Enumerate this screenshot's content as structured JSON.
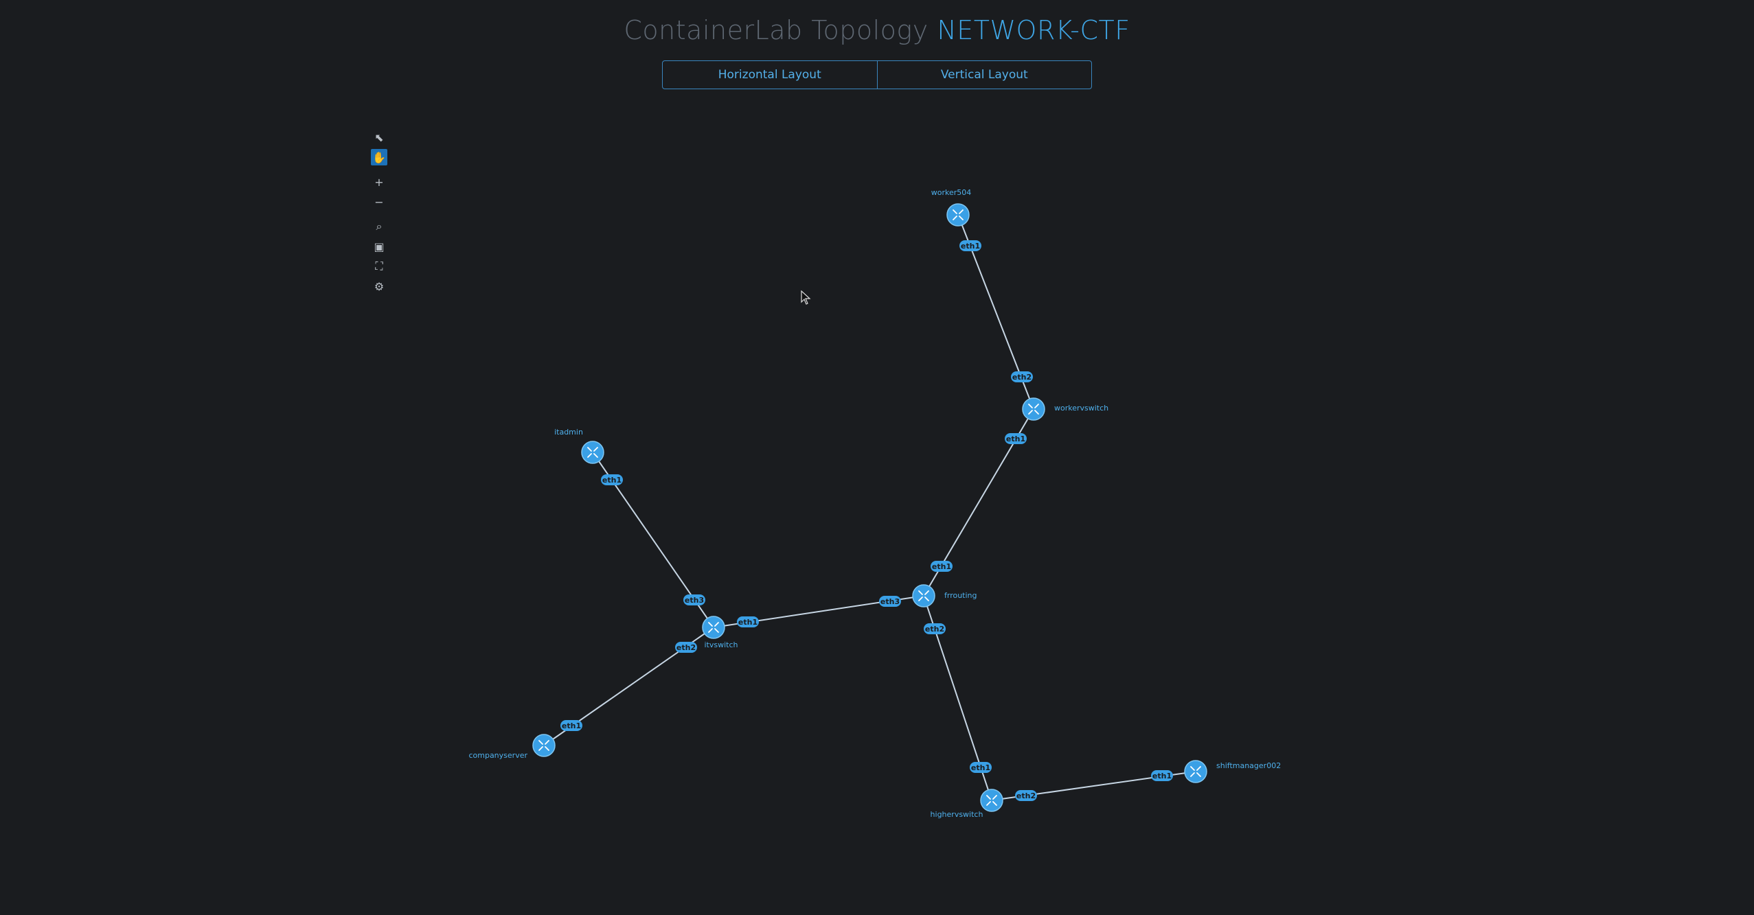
{
  "header": {
    "title_prefix": "ContainerLab Topology",
    "title_lab": "NETWORK-CTF"
  },
  "layout_buttons": {
    "horizontal": "Horizontal Layout",
    "vertical": "Vertical Layout"
  },
  "toolbar": [
    {
      "name": "select-tool-icon",
      "glyph": "⬉",
      "active": false
    },
    {
      "name": "pan-tool-icon",
      "glyph": "✋",
      "active": true
    },
    {
      "name": "zoom-in-icon",
      "glyph": "+",
      "active": false
    },
    {
      "name": "zoom-out-icon",
      "glyph": "−",
      "active": false
    },
    {
      "name": "zoom-selection-icon",
      "glyph": "⌕",
      "active": false
    },
    {
      "name": "fit-view-icon",
      "glyph": "▣",
      "active": false
    },
    {
      "name": "fullscreen-icon",
      "glyph": "⛶",
      "active": false
    },
    {
      "name": "settings-gear-icon",
      "glyph": "⚙",
      "active": false
    }
  ],
  "colors": {
    "accent": "#3fa6e6",
    "node": "#3aa0e6",
    "link": "#c7d6e4",
    "background": "#1a1c1f"
  },
  "nodes": [
    {
      "id": "worker504",
      "label": "worker504"
    },
    {
      "id": "workervswitch",
      "label": "workervswitch"
    },
    {
      "id": "itadmin",
      "label": "itadmin"
    },
    {
      "id": "frrouting",
      "label": "frrouting"
    },
    {
      "id": "itvswitch",
      "label": "itvswitch"
    },
    {
      "id": "companyserver",
      "label": "companyserver"
    },
    {
      "id": "highervswitch",
      "label": "highervswitch"
    },
    {
      "id": "shiftmanager002",
      "label": "shiftmanager002"
    }
  ],
  "links": [
    {
      "a": "worker504",
      "a_port": "eth1",
      "b": "workervswitch",
      "b_port": "eth2"
    },
    {
      "a": "workervswitch",
      "a_port": "eth1",
      "b": "frrouting",
      "b_port": "eth1"
    },
    {
      "a": "itadmin",
      "a_port": "eth1",
      "b": "itvswitch",
      "b_port": "eth3"
    },
    {
      "a": "itvswitch",
      "a_port": "eth1",
      "b": "frrouting",
      "b_port": "eth3"
    },
    {
      "a": "itvswitch",
      "a_port": "eth2",
      "b": "companyserver",
      "b_port": "eth1"
    },
    {
      "a": "frrouting",
      "a_port": "eth2",
      "b": "highervswitch",
      "b_port": "eth1"
    },
    {
      "a": "highervswitch",
      "a_port": "eth2",
      "b": "shiftmanager002",
      "b_port": "eth1"
    }
  ]
}
